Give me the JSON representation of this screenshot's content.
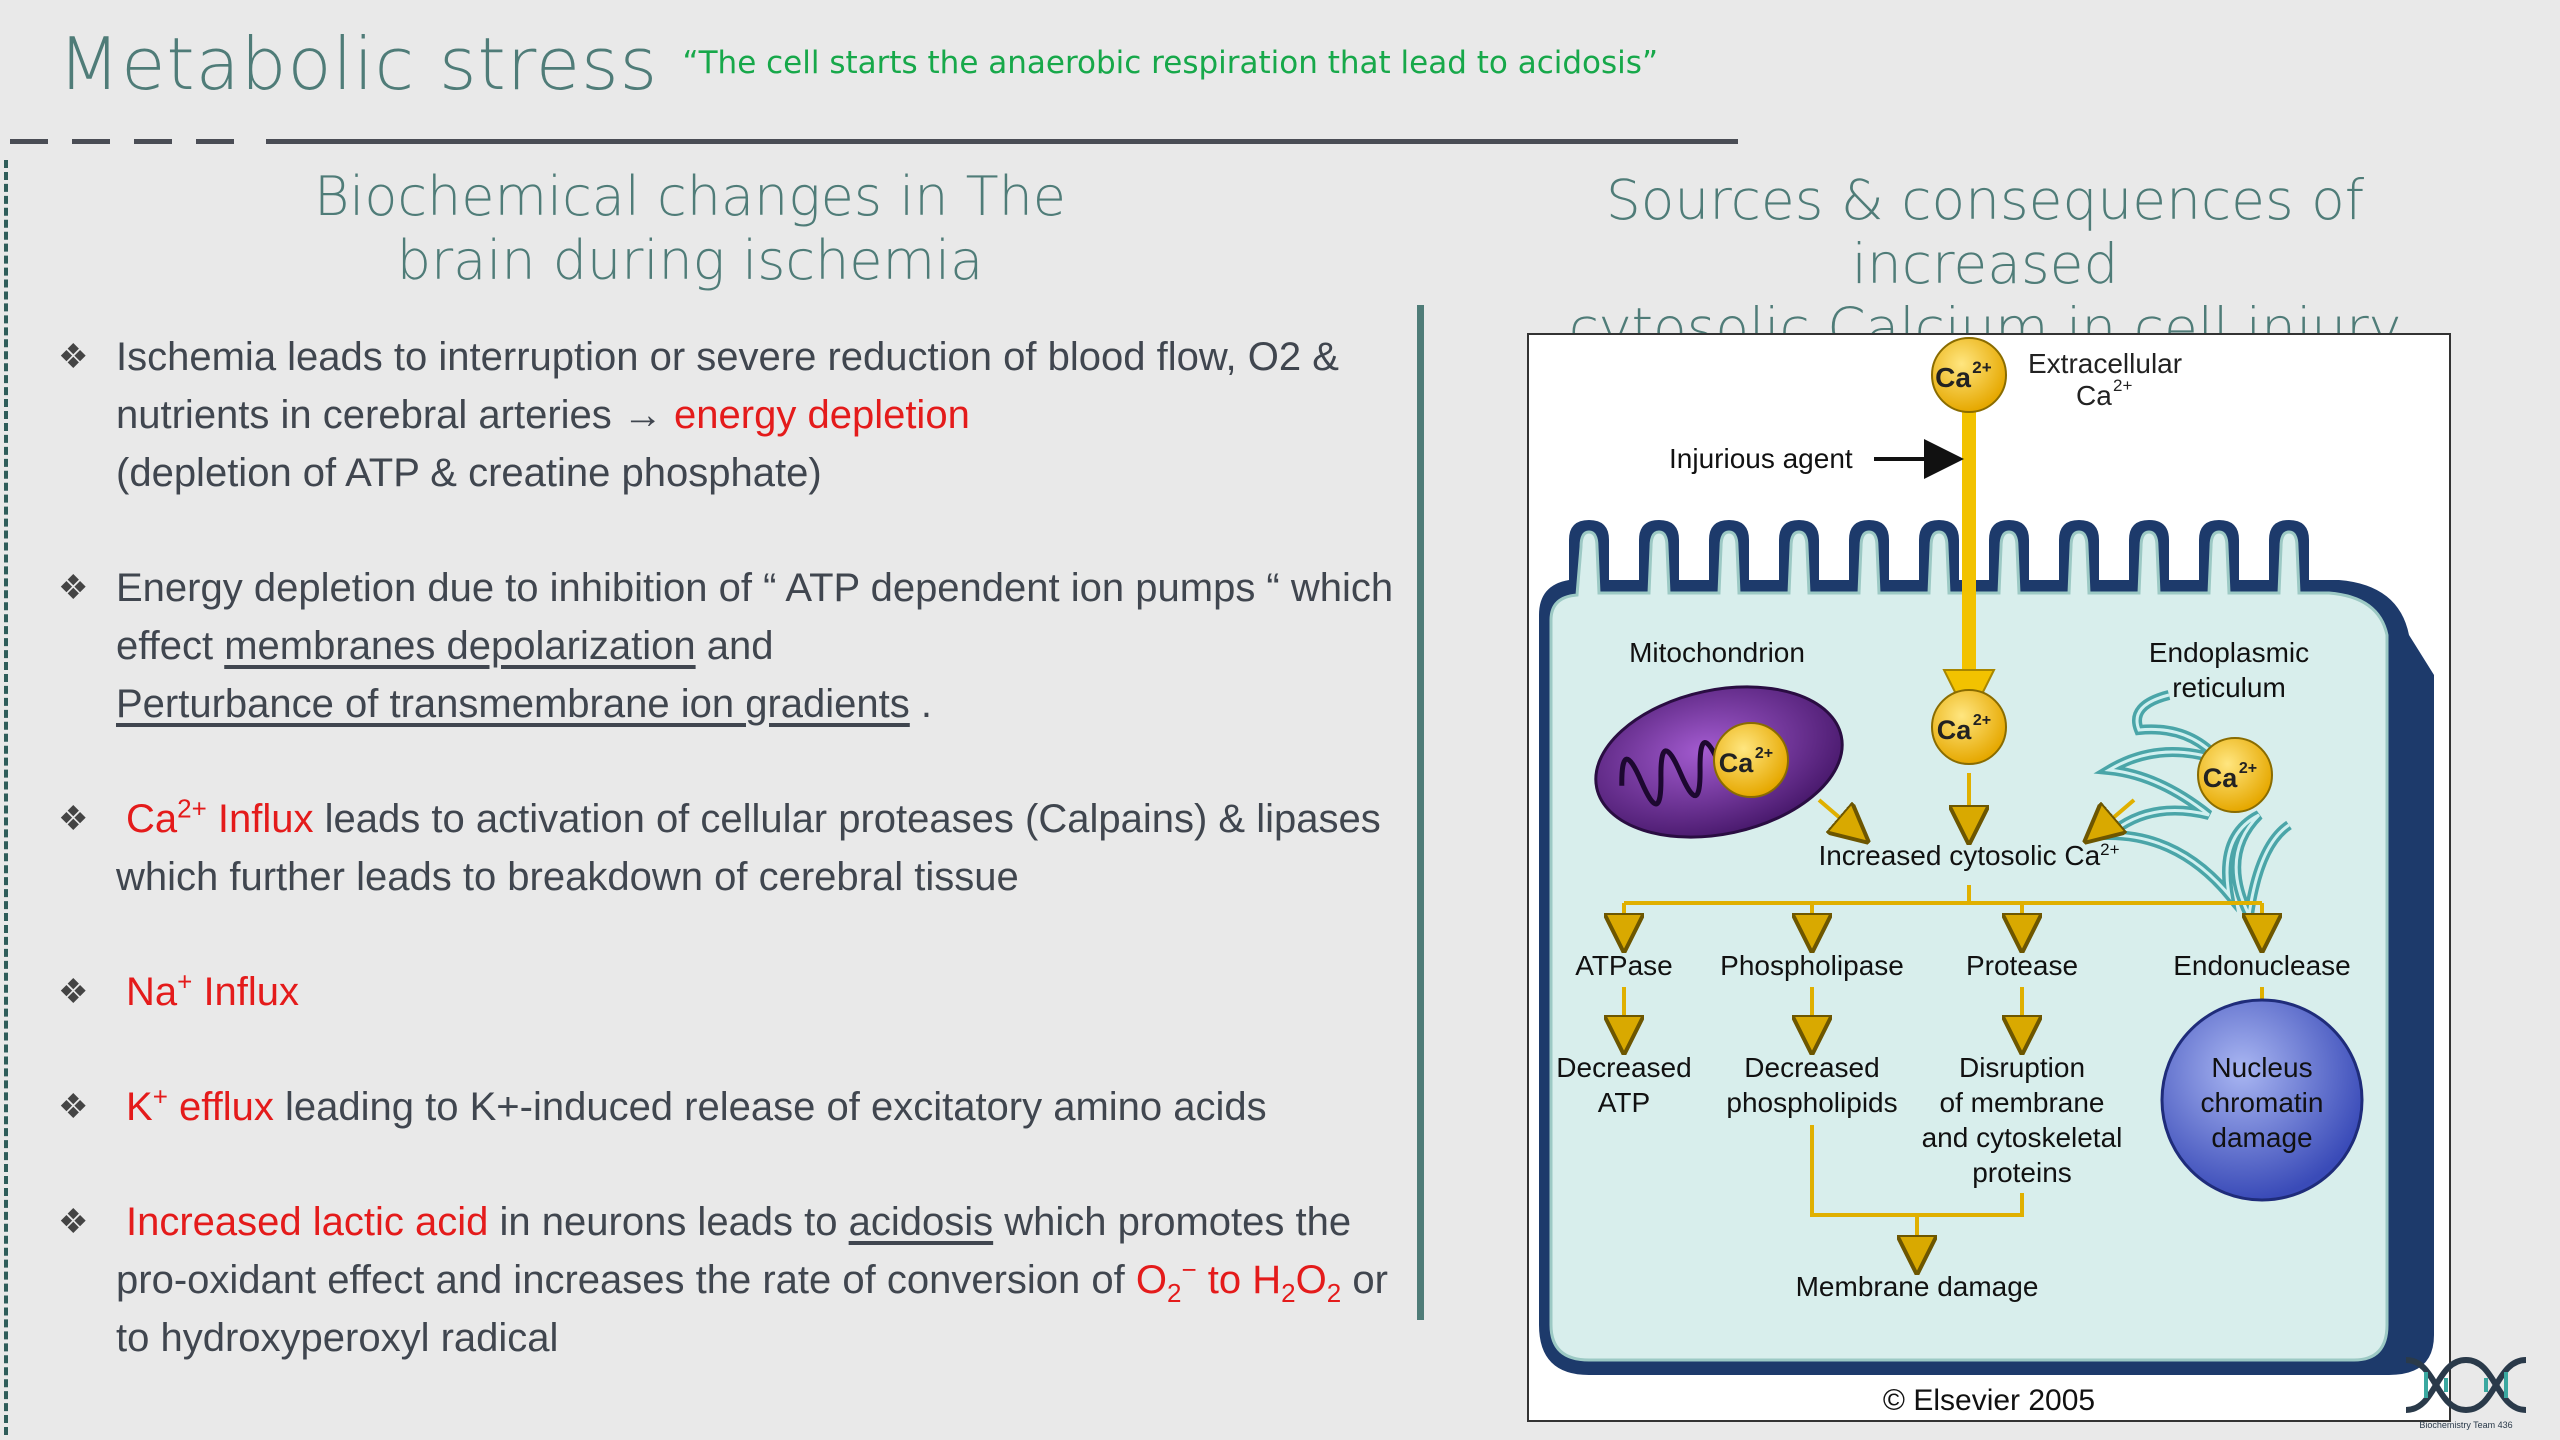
{
  "title": {
    "main": "Metabolic stress",
    "quote": "“The cell starts the anaerobic respiration that lead to acidosis”"
  },
  "left": {
    "heading_line1": "Biochemical changes in The",
    "heading_line2": "brain during ischemia",
    "b1": {
      "t1": "Ischemia leads to interruption or severe reduction of blood flow, O2 & nutrients in cerebral arteries ",
      "arrow": "→",
      "red": "energy depletion",
      "t2": "(depletion of ATP & creatine phosphate)"
    },
    "b2": {
      "t1": "Energy depletion due to inhibition of “ ATP dependent ion pumps “ which effect ",
      "u1": "membranes depolarization",
      "t2": " and ",
      "u2": "Perturbance of transmembrane ion gradients",
      "t3": " ."
    },
    "b3": {
      "ca": "Ca",
      "sup": "2+",
      "red": " Influx",
      "t1": " leads to activation of cellular proteases (Calpains) & lipases which further leads to breakdown of cerebral tissue"
    },
    "b4": {
      "na": "Na",
      "sup": "+",
      "red": " Influx"
    },
    "b5": {
      "k": "K",
      "sup": "+",
      "red": " efflux",
      "t1": " leading to K+-induced release of excitatory amino acids"
    },
    "b6": {
      "red1": "Increased lactic acid",
      "t1": " in neurons leads to ",
      "u1": "acidosis",
      "t2": " which promotes the pro-oxidant effect and increases the rate of conversion of ",
      "o": "O",
      "o_sub": "2",
      "o_sup": "−",
      "to": " to H",
      "h_sub": "2",
      "o2": "O",
      "o2_sub": "2",
      "t3": " or to hydroxyperoxyl radical"
    }
  },
  "right": {
    "heading_line1": "Sources & consequences of increased",
    "heading_line2": "cytosolic Calcium in cell injury"
  },
  "figure": {
    "ca_label": "Ca",
    "ca_sup": "2+",
    "extracellular": "Extracellular",
    "injurious_agent": "Injurious agent",
    "mitochondrion": "Mitochondrion",
    "er_line1": "Endoplasmic",
    "er_line2": "reticulum",
    "increased_cytosolic": "Increased cytosolic Ca",
    "enzymes": [
      "ATPase",
      "Phospholipase",
      "Protease",
      "Endonuclease"
    ],
    "dec_atp": [
      "Decreased",
      "ATP"
    ],
    "dec_phospho": [
      "Decreased",
      "phospholipids"
    ],
    "disruption": [
      "Disruption",
      "of membrane",
      "and cytoskeletal",
      "proteins"
    ],
    "nucleus": [
      "Nucleus",
      "chromatin",
      "damage"
    ],
    "membrane_damage": "Membrane damage",
    "copyright": "© Elsevier 2005"
  },
  "logo": {
    "caption": "Biochemistry Team 436"
  },
  "colors": {
    "teal": "#4f7c78",
    "green_quote": "#17a84a",
    "red": "#e41b1b",
    "cell_fill": "#d8eeec",
    "cell_outline": "#1d3a6b",
    "calcium": "#f6c327",
    "arrow_gold": "#e0b000",
    "nucleus": "#5c6ed0"
  }
}
